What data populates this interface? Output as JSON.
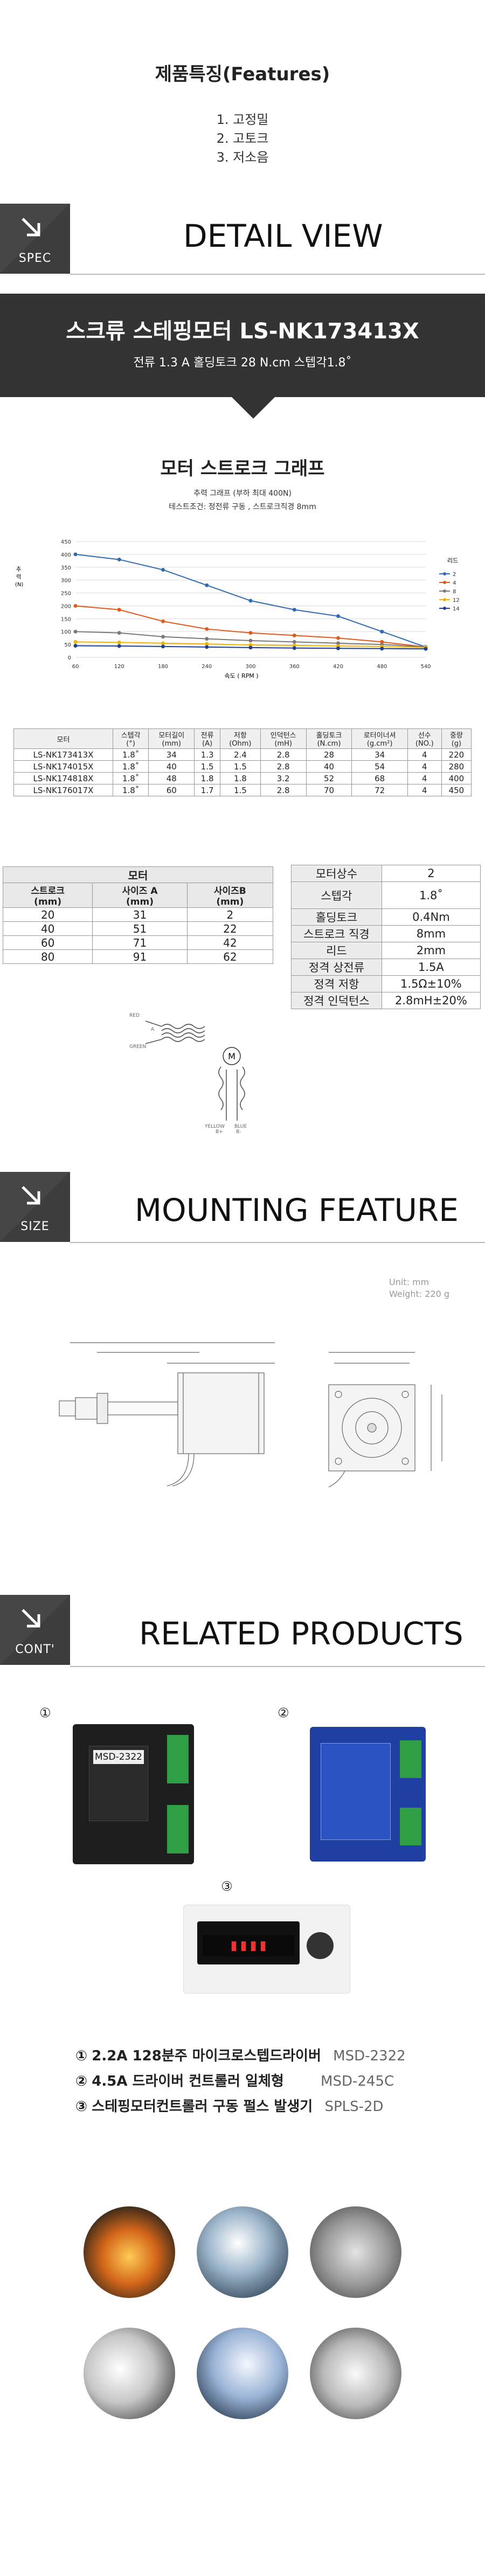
{
  "features": {
    "title": "제품특징(Features)",
    "items": [
      "1. 고정밀",
      "2. 고토크",
      "3. 저소음"
    ]
  },
  "sections": {
    "spec": {
      "badge": "SPEC",
      "title": "DETAIL VIEW"
    },
    "size": {
      "badge": "SIZE",
      "title": "MOUNTING FEATURE"
    },
    "cont": {
      "badge": "CONT'",
      "title": "RELATED PRODUCTS"
    }
  },
  "product": {
    "title": "스크류  스테핑모터  LS-NK173413X",
    "subtitle": "전류 1.3 A  홀딩토크 28 N.cm  스텝각1.8˚"
  },
  "graph": {
    "title": "모터 스트로크  그래프",
    "line1": "추력 그래프   (부하 최대 400N)",
    "line2": "테스트조건:  정전류 구동 , 스트로크직경 8mm",
    "xaxis_label": "속도 ( RPM )",
    "ylabel_letters": [
      "추",
      "력",
      "(N)"
    ],
    "legend_title": "리드"
  },
  "chart_data": {
    "type": "line",
    "x": [
      60,
      120,
      180,
      240,
      300,
      360,
      420,
      480,
      540
    ],
    "ylim": [
      0,
      450
    ],
    "yticks": [
      0,
      50,
      100,
      150,
      200,
      250,
      300,
      350,
      400,
      450
    ],
    "series": [
      {
        "name": "2",
        "color": "#2e6bb0",
        "values": [
          400,
          380,
          340,
          280,
          220,
          185,
          160,
          100,
          40
        ]
      },
      {
        "name": "4",
        "color": "#e05a1e",
        "values": [
          200,
          185,
          140,
          110,
          95,
          85,
          75,
          60,
          40
        ]
      },
      {
        "name": "8",
        "color": "#7a7a7a",
        "values": [
          100,
          95,
          80,
          72,
          65,
          60,
          55,
          50,
          40
        ]
      },
      {
        "name": "12",
        "color": "#f0b400",
        "values": [
          60,
          58,
          55,
          52,
          48,
          46,
          44,
          42,
          38
        ]
      },
      {
        "name": "14",
        "color": "#1f3f8f",
        "values": [
          45,
          44,
          42,
          40,
          38,
          36,
          35,
          34,
          33
        ]
      }
    ]
  },
  "spec_table": {
    "headers": [
      "모터",
      "스텝각\n(°)",
      "모터길이\n(mm)",
      "전류\n(A)",
      "저항\n(Ohm)",
      "인덕턴스\n(mH)",
      "홀딩토크\n(N.cm)",
      "로터이너셔\n(g.cm²)",
      "선수\n(NO.)",
      "중량\n(g)"
    ],
    "rows": [
      [
        "LS-NK173413X",
        "1.8˚",
        "34",
        "1.3",
        "2.4",
        "2.8",
        "28",
        "34",
        "4",
        "220"
      ],
      [
        "LS-NK174015X",
        "1.8˚",
        "40",
        "1.5",
        "1.5",
        "2.8",
        "40",
        "54",
        "4",
        "280"
      ],
      [
        "LS-NK174818X",
        "1.8˚",
        "48",
        "1.8",
        "1.8",
        "3.2",
        "52",
        "68",
        "4",
        "400"
      ],
      [
        "LS-NK176017X",
        "1.8˚",
        "60",
        "1.7",
        "1.5",
        "2.8",
        "70",
        "72",
        "4",
        "450"
      ]
    ]
  },
  "motor_table": {
    "title": "모터",
    "headers": [
      "스트로크\n(mm)",
      "사이즈 A\n(mm)",
      "사이즈B\n(mm)"
    ],
    "rows": [
      [
        "20",
        "31",
        "2"
      ],
      [
        "40",
        "51",
        "22"
      ],
      [
        "60",
        "71",
        "42"
      ],
      [
        "80",
        "91",
        "62"
      ]
    ]
  },
  "const_table": {
    "rows": [
      [
        "모터상수",
        "2"
      ],
      [
        "스텝각",
        "1.8˚"
      ],
      [
        "홀딩토크",
        "0.4Nm"
      ],
      [
        "스트로크 직경",
        "8mm"
      ],
      [
        "리드",
        "2mm"
      ],
      [
        "정격 상전류",
        "1.5A"
      ],
      [
        "정격 저항",
        "1.5Ω±10%"
      ],
      [
        "정격 인덕턴스",
        "2.8mH±20%"
      ]
    ]
  },
  "wiring": {
    "labels": [
      "RED",
      "A",
      "GREEN",
      "YELLOW",
      "BLUE",
      "B+",
      "B-"
    ],
    "motor": "M"
  },
  "mounting": {
    "unit": "Unit: mm",
    "weight": "Weight: 220 g"
  },
  "related": {
    "markers": [
      "①",
      "②",
      "③"
    ],
    "device1_text": "MSD-2322",
    "items": [
      {
        "num": "①",
        "name": "2.2A 128분주 마이크로스텝드라이버",
        "model": "MSD-2322"
      },
      {
        "num": "②",
        "name": "4.5A 드라이버 컨트롤러 일체형",
        "model": "MSD-245C"
      },
      {
        "num": "③",
        "name": "스테핑모터컨트롤러 구동 펄스 발생기",
        "model": "SPLS-2D"
      }
    ]
  }
}
